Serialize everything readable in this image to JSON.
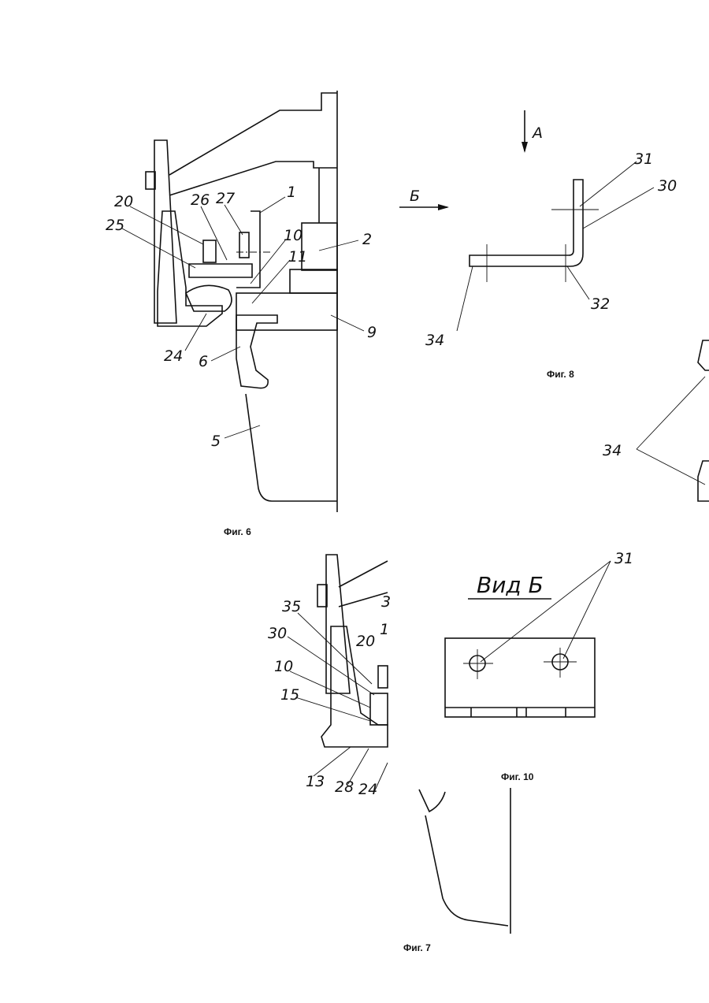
{
  "captions": {
    "fig6": "Фиг. 6",
    "fig7": "Фиг. 7",
    "fig8": "Фиг. 8",
    "fig10": "Фиг. 10"
  },
  "fig6": {
    "labels": [
      "20",
      "26",
      "27",
      "1",
      "25",
      "10",
      "2",
      "11",
      "9",
      "24",
      "6",
      "5"
    ]
  },
  "fig7": {
    "labels": [
      "35",
      "3",
      "20",
      "1",
      "30",
      "10",
      "15",
      "13",
      "28",
      "24"
    ]
  },
  "fig8": {
    "view_arrow_a": "А",
    "view_arrow_b": "Б",
    "labels": [
      "31",
      "30",
      "32",
      "34"
    ]
  },
  "fig9": {
    "labels": [
      "34"
    ]
  },
  "fig10": {
    "view_title": "Вид Б",
    "labels": [
      "31"
    ]
  }
}
